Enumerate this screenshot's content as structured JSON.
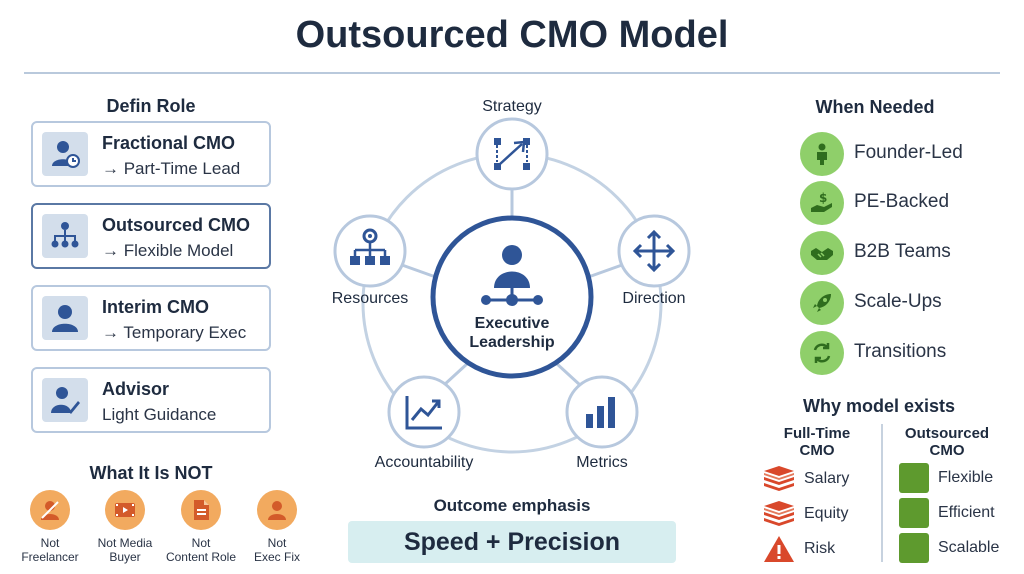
{
  "title": "Outsourced CMO Model",
  "define_role": {
    "heading": "Defin Role",
    "cards": [
      {
        "title": "Fractional CMO",
        "subtitle": "→ Part-Time Lead",
        "icon": "user-clock-icon"
      },
      {
        "title": "Outsourced CMO",
        "subtitle": "→ Flexible Model",
        "icon": "org-chart-icon"
      },
      {
        "title": "Interim CMO",
        "subtitle": "→ Temporary Exec",
        "icon": "user-icon"
      },
      {
        "title": "Advisor",
        "subtitle": "Light Guidance",
        "icon": "user-pen-icon"
      }
    ]
  },
  "what_not": {
    "heading": "What It Is NOT",
    "items": [
      {
        "label_line1": "Not",
        "label_line2": "Freelancer",
        "icon": "freelancer-icon"
      },
      {
        "label_line1": "Not Media",
        "label_line2": "Buyer",
        "icon": "media-icon"
      },
      {
        "label_line1": "Not",
        "label_line2": "Content Role",
        "icon": "document-icon"
      },
      {
        "label_line1": "Not",
        "label_line2": "Exec Fix",
        "icon": "user-icon"
      }
    ]
  },
  "center": {
    "hub_line1": "Executive",
    "hub_line2": "Leadership",
    "nodes": [
      {
        "label": "Strategy",
        "icon": "strategy-icon"
      },
      {
        "label": "Direction",
        "icon": "move-arrows-icon"
      },
      {
        "label": "Metrics",
        "icon": "bar-chart-icon"
      },
      {
        "label": "Accountability",
        "icon": "line-chart-icon"
      },
      {
        "label": "Resources",
        "icon": "hierarchy-gear-icon"
      }
    ],
    "outcome_heading": "Outcome emphasis",
    "outcome_value": "Speed + Precision"
  },
  "when_needed": {
    "heading": "When Needed",
    "items": [
      {
        "label": "Founder-Led",
        "icon": "founder-icon"
      },
      {
        "label": "PE-Backed",
        "icon": "dollar-hand-icon"
      },
      {
        "label": "B2B Teams",
        "icon": "handshake-icon"
      },
      {
        "label": "Scale-Ups",
        "icon": "rocket-icon"
      },
      {
        "label": "Transitions",
        "icon": "swap-arrows-icon"
      }
    ]
  },
  "why_model": {
    "heading": "Why model exists",
    "full_time": {
      "head_line1": "Full-Time",
      "head_line2": "CMO",
      "items": [
        {
          "label": "Salary",
          "icon": "stack-icon"
        },
        {
          "label": "Equity",
          "icon": "stack-icon"
        },
        {
          "label": "Risk",
          "icon": "warning-icon"
        }
      ]
    },
    "outsourced": {
      "head_line1": "Outsourced",
      "head_line2": "CMO",
      "items": [
        {
          "label": "Flexible"
        },
        {
          "label": "Efficient"
        },
        {
          "label": "Scalable"
        }
      ]
    }
  },
  "colors": {
    "primary_blue": "#2f5597",
    "ring_blue": "#b7c8de",
    "orange": "#f2aa5f",
    "green_circle": "#8fcf6a",
    "green_square": "#5e9a2e",
    "outcome_bg": "#d7eef0"
  }
}
